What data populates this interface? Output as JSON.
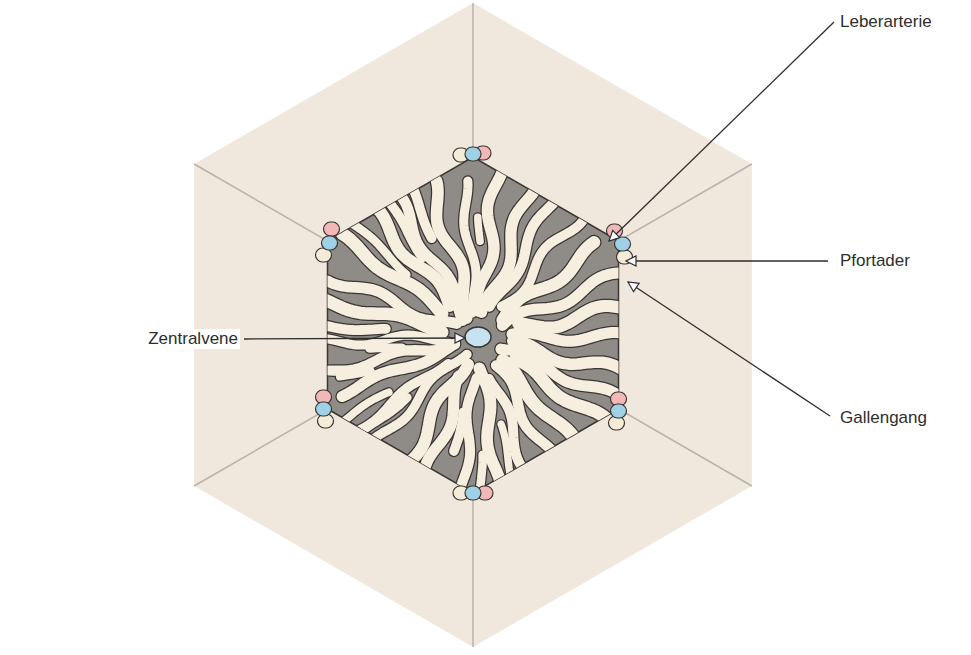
{
  "diagram": {
    "labels": [
      "Leberarterie",
      "Pfortader",
      "Zentralvene",
      "Gallengang"
    ]
  }
}
